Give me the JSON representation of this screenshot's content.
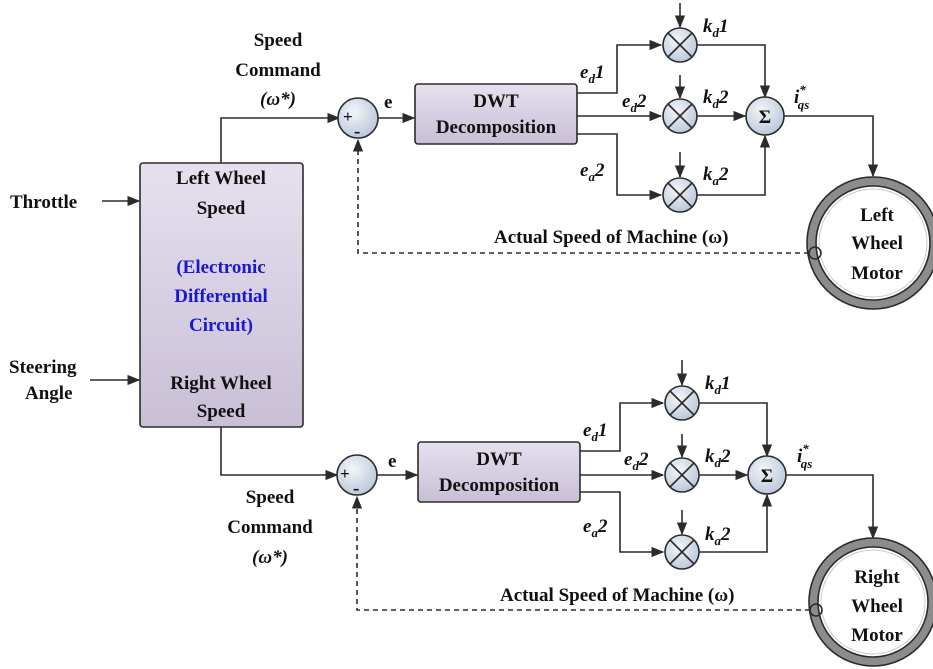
{
  "inputs": {
    "throttle": "Throttle",
    "steering_line1": "Steering",
    "steering_line2": "Angle"
  },
  "edc_block": {
    "left_line1": "Left Wheel",
    "left_line2": "Speed",
    "edc_line1": "(Electronic",
    "edc_line2": "Differential",
    "edc_line3": "Circuit)",
    "right_line1": "Right Wheel",
    "right_line2": "Speed"
  },
  "top_loop": {
    "speed_cmd_line1": "Speed",
    "speed_cmd_line2": "Command",
    "speed_cmd_line3": "(ω*)",
    "sum_plus": "+",
    "sum_minus": "-",
    "error": "e",
    "dwt_line1": "DWT",
    "dwt_line2": "Decomposition",
    "ed1": {
      "base": "e",
      "sub": "d",
      "tail": "1"
    },
    "ed2": {
      "base": "e",
      "sub": "d",
      "tail": "2"
    },
    "ea2": {
      "base": "e",
      "sub": "a",
      "tail": "2"
    },
    "kd1": {
      "base": "k",
      "sub": "d",
      "tail": "1"
    },
    "kd2": {
      "base": "k",
      "sub": "d",
      "tail": "2"
    },
    "ka2": {
      "base": "k",
      "sub": "a",
      "tail": "2"
    },
    "sigma": "Σ",
    "iqs": {
      "base": "i",
      "sup": "*",
      "sub": "qs"
    },
    "feedback": "Actual Speed of Machine (ω)",
    "motor_line1": "Left",
    "motor_line2": "Wheel",
    "motor_line3": "Motor"
  },
  "bottom_loop": {
    "speed_cmd_line1": "Speed",
    "speed_cmd_line2": "Command",
    "speed_cmd_line3": "(ω*)",
    "sum_plus": "+",
    "sum_minus": "-",
    "error": "e",
    "dwt_line1": "DWT",
    "dwt_line2": "Decomposition",
    "ed1": {
      "base": "e",
      "sub": "d",
      "tail": "1"
    },
    "ed2": {
      "base": "e",
      "sub": "d",
      "tail": "2"
    },
    "ea2": {
      "base": "e",
      "sub": "a",
      "tail": "2"
    },
    "kd1": {
      "base": "k",
      "sub": "d",
      "tail": "1"
    },
    "kd2": {
      "base": "k",
      "sub": "d",
      "tail": "2"
    },
    "ka2": {
      "base": "k",
      "sub": "a",
      "tail": "2"
    },
    "sigma": "Σ",
    "iqs": {
      "base": "i",
      "sup": "*",
      "sub": "qs"
    },
    "feedback": "Actual Speed of Machine (ω)",
    "motor_line1": "Right",
    "motor_line2": "Wheel",
    "motor_line3": "Motor"
  },
  "colors": {
    "block_fill_top": "#e6e0ee",
    "block_fill_bottom": "#c9bfd6",
    "node_fill": "#dde4ee",
    "line": "#2b2b2b",
    "edc_text": "#1a1acc",
    "motor_ring": "#8c8c8c"
  }
}
